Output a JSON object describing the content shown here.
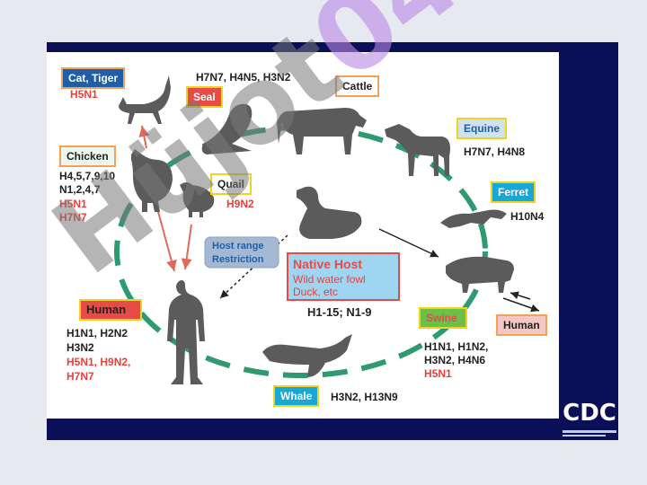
{
  "labels": {
    "cat_tiger": "Cat, Tiger",
    "seal": "Seal",
    "cattle": "Cattle",
    "equine": "Equine",
    "ferret": "Ferret",
    "chicken": "Chicken",
    "quail": "Quail",
    "human_left": "Human",
    "swine": "Swine",
    "human_right": "Human",
    "whale": "Whale",
    "host_range_1": "Host range",
    "host_range_2": "Restriction"
  },
  "strains": {
    "cat_tiger": "H5N1",
    "seal": "H7N7, H4N5, H3N2",
    "equine": "H7N7, H4N8",
    "ferret": "H10N4",
    "chicken_1": "H4,5,7,9,10",
    "chicken_2": "N1,2,4,7",
    "chicken_3": "H5N1",
    "chicken_4": "H7N7",
    "quail": "H9N2",
    "human_1": "H1N1, H2N2",
    "human_2": "H3N2",
    "human_3": "H5N1, H9N2,",
    "human_4": "H7N7",
    "swine_1": "H1N1, H1N2,",
    "swine_2": "H3N2, H4N6",
    "swine_3": "H5N1",
    "whale": "H3N2, H13N9"
  },
  "native_host": {
    "title": "Native Host",
    "line_1": "Wild water fowl",
    "line_2": "Duck, etc",
    "subtypes": "H1-15; N1-9"
  },
  "logo": {
    "text": "CDC"
  },
  "watermark": {
    "text_gray": "Hüjot",
    "text_purple": "04"
  },
  "colors": {
    "navy": "#0b0f57",
    "cycle_green": "#2e9a70",
    "strain_red": "#e8413c",
    "arrow_red": "#e06a5a",
    "label_blue": "#1f5fa8",
    "label_orange_border": "#f2a15a",
    "label_yellow_border": "#f2d21c",
    "label_cyan": "#18a7d9",
    "label_green": "#6cc04a",
    "label_red": "#e74b47",
    "native_bg": "#9ed6f2"
  }
}
